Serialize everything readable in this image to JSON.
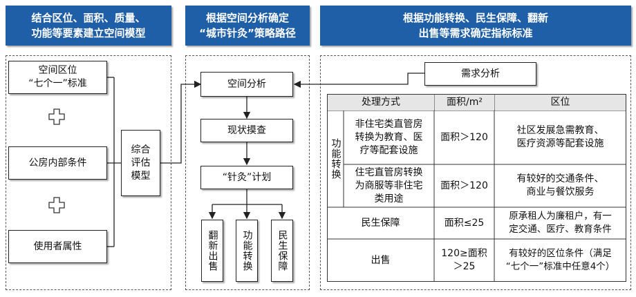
{
  "headers": {
    "left": [
      "结合区位、面积、质量、",
      "功能等要素建立空间模型"
    ],
    "middle": [
      "根据空间分析确定",
      "“城市针灸”策略路径"
    ],
    "right": [
      "根据功能转换、民生保障、翻新",
      "出售等需求确定指标标准"
    ]
  },
  "left": {
    "location": [
      "空间区位",
      "“七个一”标准"
    ],
    "housing": "公房内部条件",
    "user": "使用者属性",
    "model": [
      "综合",
      "评估",
      "模型"
    ]
  },
  "middle": {
    "spatial": "空间分析",
    "survey": "现状摸查",
    "plan": "“针灸”计划",
    "branches": [
      "翻新出售",
      "功能转换",
      "民生保障"
    ]
  },
  "right": {
    "demand": "需求分析",
    "table": {
      "headers": {
        "method": "处理方式",
        "area": "面积/m²",
        "location": "区位"
      },
      "group_label": "功能转换",
      "rows": [
        {
          "method": [
            "非住宅类直管房",
            "转换为教育、医",
            "疗等配套设施"
          ],
          "area": [
            "面积＞120"
          ],
          "location": [
            "社区发展急需教育、",
            "医疗资源等配套设施"
          ]
        },
        {
          "method": [
            "住宅直管房转换",
            "为商服等非住宅",
            "类用途"
          ],
          "area": [
            "面积＞120"
          ],
          "location": [
            "有较好的交通条件、",
            "商业与餐饮服务"
          ]
        },
        {
          "method": [
            "民生保障"
          ],
          "area": [
            "面积≤25"
          ],
          "location": [
            "原承租人为廉租户，有一",
            "定交通、医疗、教育条件"
          ]
        },
        {
          "method": [
            "出售"
          ],
          "area": [
            "120≥面积",
            "＞25"
          ],
          "location": [
            "有较好的区位条件（满足",
            "“七个一”标准中任意4个）"
          ]
        }
      ]
    }
  }
}
